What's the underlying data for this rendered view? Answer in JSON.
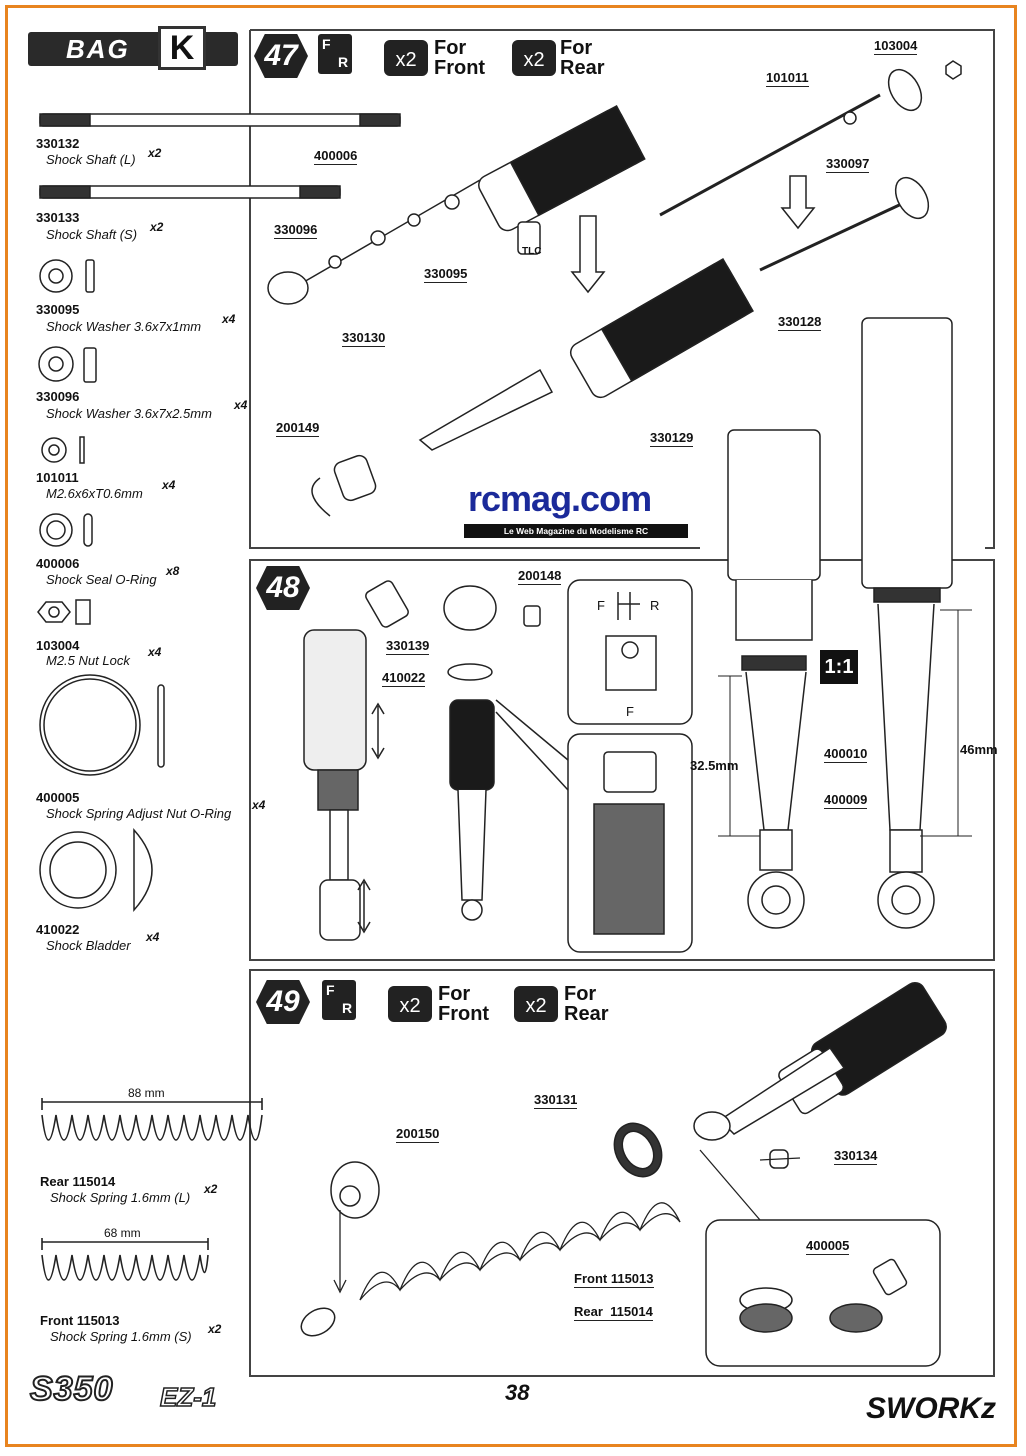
{
  "bag": {
    "word": "BAG",
    "letter": "K"
  },
  "steps": {
    "s47": {
      "num": "47",
      "f": "F",
      "r": "R",
      "x2a": "x2",
      "for_front": "For\nFront",
      "x2b": "x2",
      "for_rear": "For\nRear"
    },
    "s48": {
      "num": "48"
    },
    "s49": {
      "num": "49",
      "f": "F",
      "r": "R",
      "x2a": "x2",
      "for_front": "For\nFront",
      "x2b": "x2",
      "for_rear": "For\nRear"
    }
  },
  "parts_list": [
    {
      "code": "330132",
      "desc": "Shock Shaft (L)",
      "qty": "x2"
    },
    {
      "code": "330133",
      "desc": "Shock Shaft (S)",
      "qty": "x2"
    },
    {
      "code": "330095",
      "desc": "Shock Washer 3.6x7x1mm",
      "qty": "x4"
    },
    {
      "code": "330096",
      "desc": "Shock Washer 3.6x7x2.5mm",
      "qty": "x4"
    },
    {
      "code": "101011",
      "desc": "M2.6x6xT0.6mm",
      "qty": "x4"
    },
    {
      "code": "400006",
      "desc": "Shock Seal O-Ring",
      "qty": "x8"
    },
    {
      "code": "103004",
      "desc": "M2.5 Nut Lock",
      "qty": "x4"
    },
    {
      "code": "400005",
      "desc": "Shock Spring Adjust Nut O-Ring",
      "qty": "x4"
    },
    {
      "code": "410022",
      "desc": "Shock Bladder",
      "qty": "x4"
    }
  ],
  "springs": {
    "rear": {
      "length": "88 mm",
      "code": "Rear 115014",
      "desc": "Shock Spring 1.6mm (L)",
      "qty": "x2"
    },
    "front": {
      "length": "68 mm",
      "code": "Front 115013",
      "desc": "Shock Spring 1.6mm (S)",
      "qty": "x2"
    }
  },
  "step47_labels": {
    "a": "103004",
    "b": "101011",
    "c": "330097",
    "d": "400006",
    "e": "330096",
    "f": "330095",
    "g": "330130",
    "h": "200149",
    "i": "330128",
    "j": "330129",
    "tlc": "TLC"
  },
  "step48_labels": {
    "a": "200148",
    "b": "330139",
    "c": "410022",
    "fr_f": "F",
    "fr_r": "R",
    "f_bottom": "F"
  },
  "scale_view": {
    "scale": "1:1",
    "dim_short": "32.5mm",
    "dim_long": "46mm",
    "part_a": "400010",
    "part_b": "400009"
  },
  "step49_labels": {
    "a": "330131",
    "b": "200150",
    "c": "330134",
    "d": "400005",
    "front_spring": "Front 115013",
    "rear_spring": "Rear  115014"
  },
  "watermark": {
    "title": "rcmag.com",
    "subtitle": "Le Web Magazine du Modelisme RC"
  },
  "footer": {
    "page": "38",
    "model": "S350",
    "model_suffix": "EZ-1",
    "brand": "SWORKz"
  },
  "colors": {
    "border": "#e8841f",
    "logo_blue": "#1b2a9a"
  }
}
